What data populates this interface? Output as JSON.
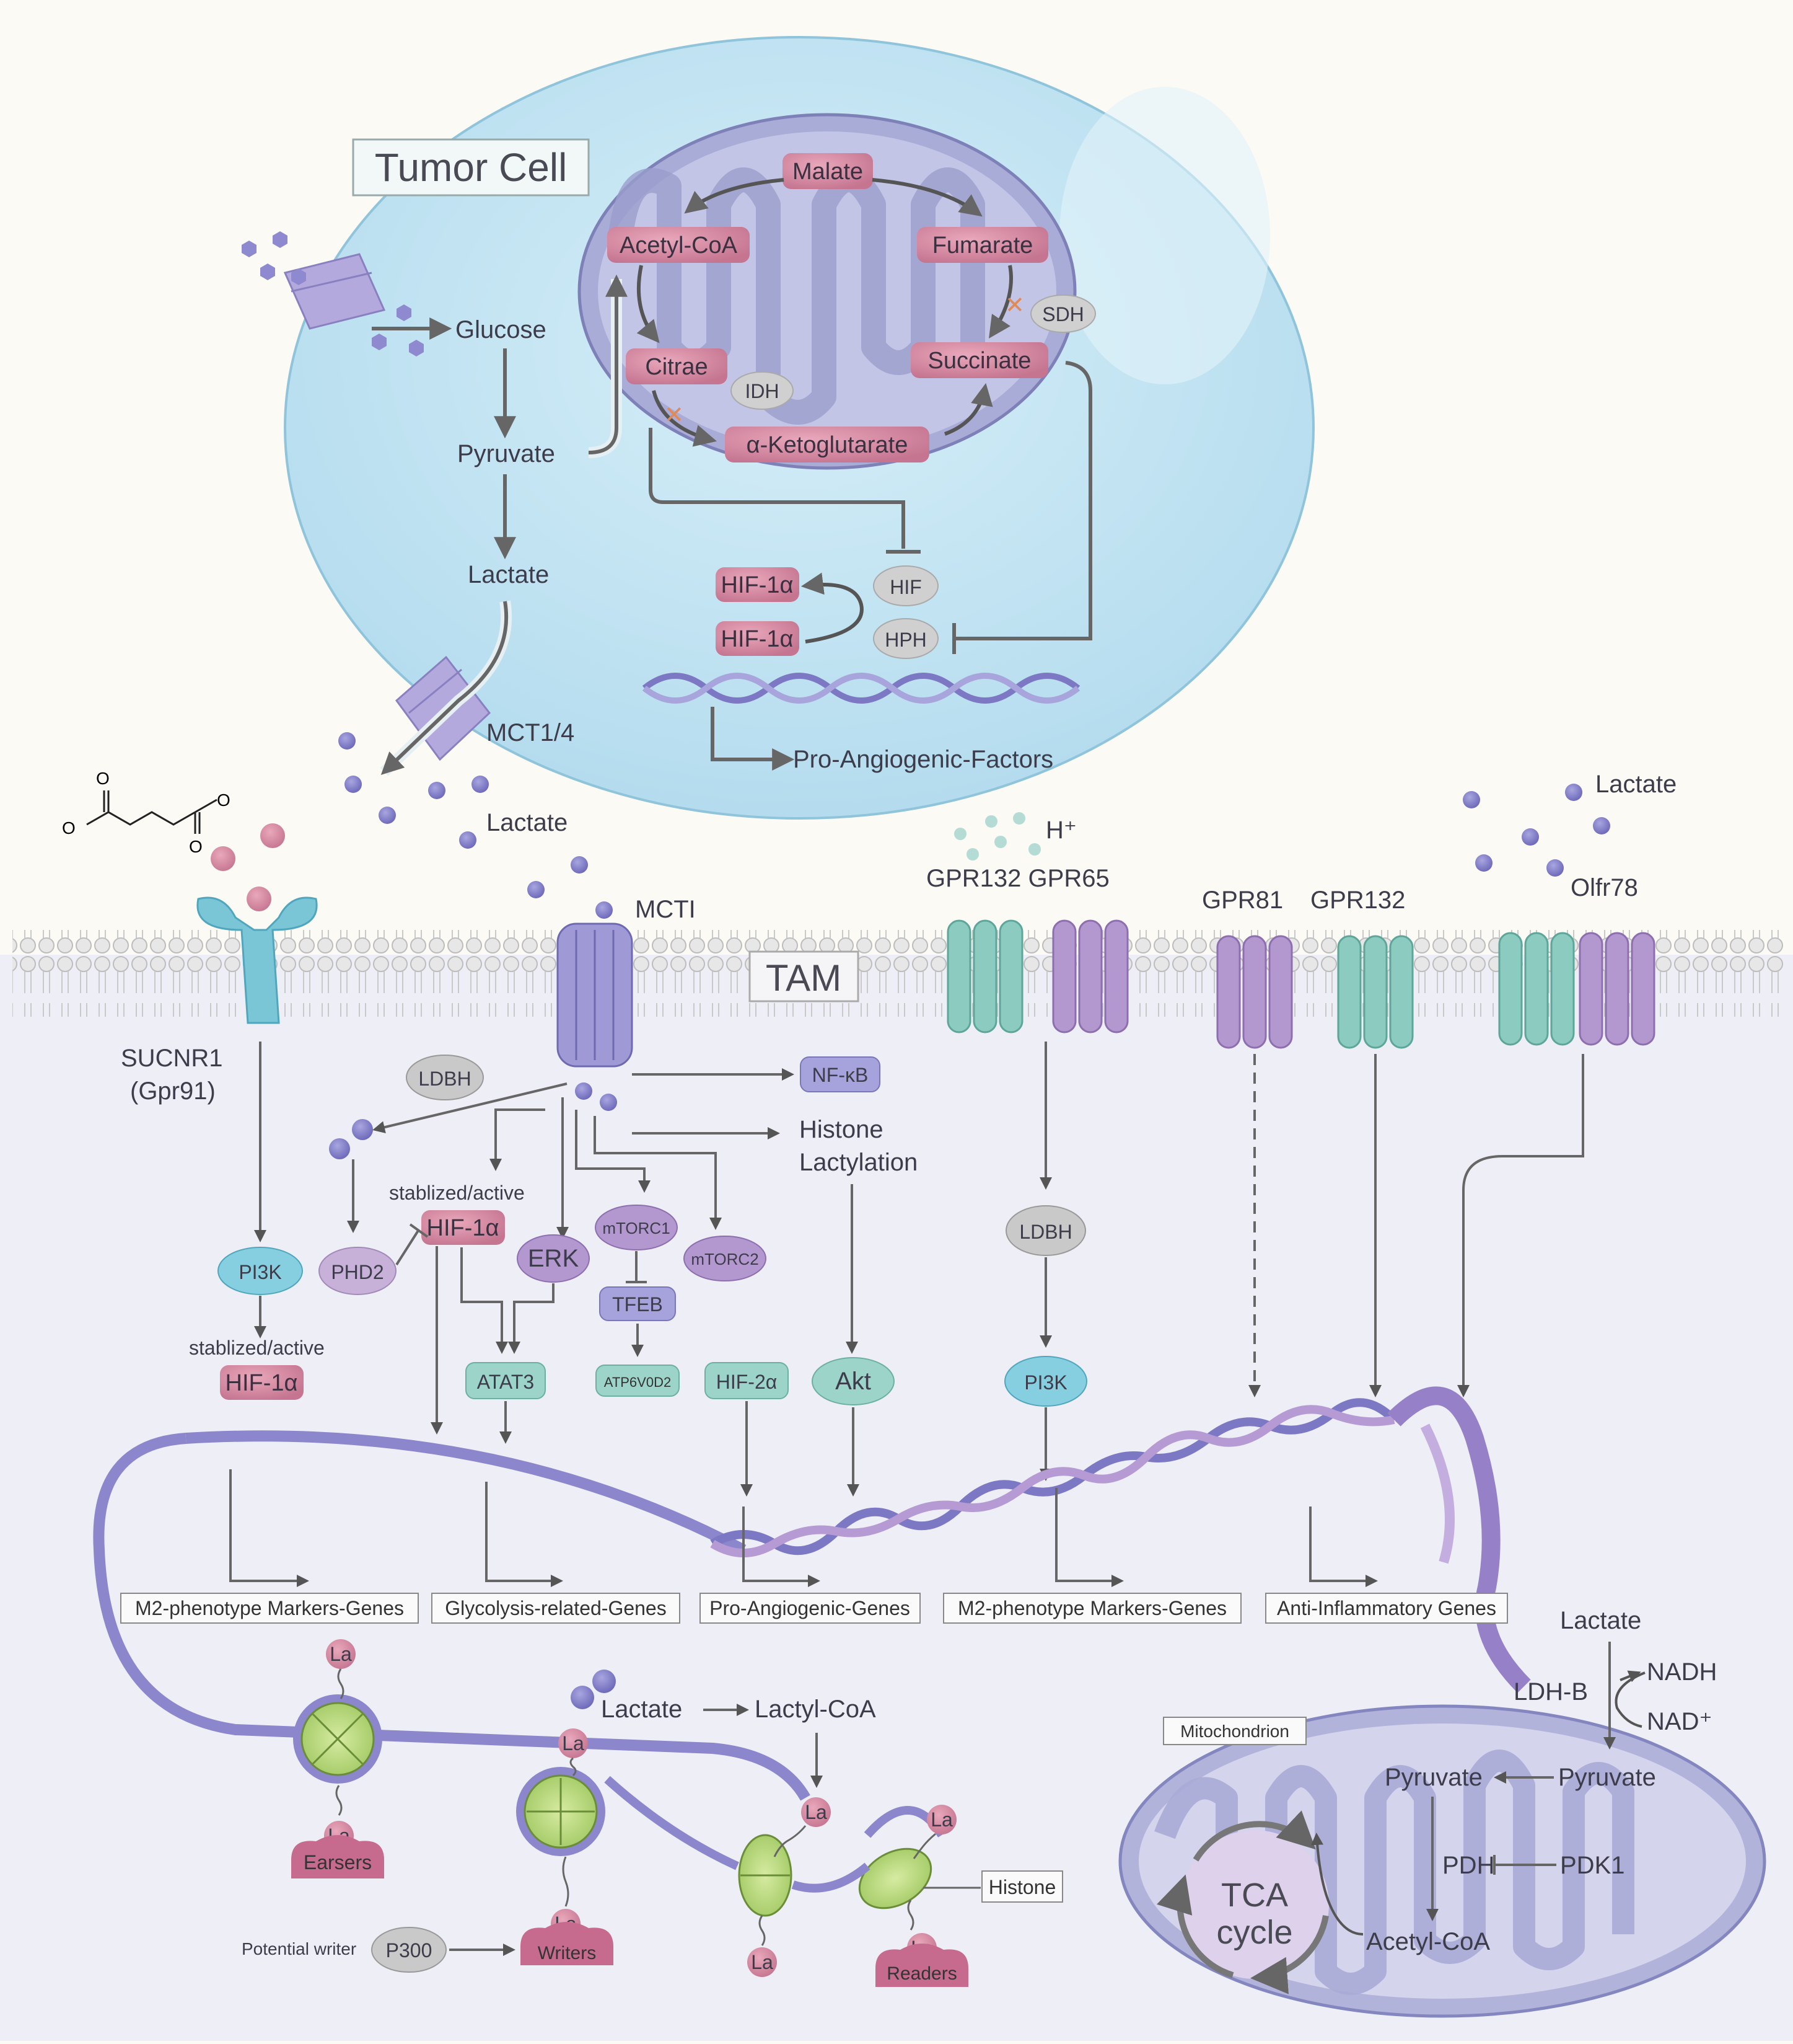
{
  "tumor_cell": {
    "title": "Tumor Cell",
    "glucose": "Glucose",
    "pyruvate": "Pyruvate",
    "lactate_inner": "Lactate",
    "mct14": "MCT1/4",
    "lactate_outer": "Lactate",
    "mito": {
      "malate": "Malate",
      "acetyl_coa": "Acetyl-CoA",
      "fumarate": "Fumarate",
      "sdh": "SDH",
      "citrae": "Citrae",
      "idh": "IDH",
      "succinate": "Succinate",
      "akg": "α-Ketoglutarate"
    },
    "hif": "HIF",
    "hif1a_top": "HIF-1α",
    "hif1a_bottom": "HIF-1α",
    "hph": "HPH",
    "pro_angiogenic_factors": "Pro-Angiogenic-Factors"
  },
  "extracellular": {
    "h_plus": "H⁺",
    "gpr132_gpr65": "GPR132 GPR65",
    "gpr81": "GPR81",
    "gpr132": "GPR132",
    "lactate_right": "Lactate",
    "olfr78": "Olfr78",
    "mcti": "MCTI",
    "sucnr1": "SUCNR1",
    "gpr91": "(Gpr91)"
  },
  "tam": {
    "title": "TAM",
    "ldbh_left": "LDBH",
    "nfkb": "NF-κB",
    "histone": "Histone",
    "lactylation": "Lactylation",
    "stabilized_active_1": "stablized/active",
    "hif1a_mid": "HIF-1α",
    "erk": "ERK",
    "mtorc1": "mTORC1",
    "mtorc2": "mTORC2",
    "tfeb": "TFEB",
    "atp6v0d2": "ATP6V0D2",
    "hif2a": "HIF-2α",
    "akt": "Akt",
    "atat3": "ATAT3",
    "pi3k_left": "PI3K",
    "phd2": "PHD2",
    "stabilized_active_2": "stablized/active",
    "hif1a_left": "HIF-1α",
    "ldbh_mid": "LDBH",
    "pi3k_mid": "PI3K"
  },
  "genes": [
    "M2-phenotype Markers-Genes",
    "Glycolysis-related-Genes",
    "Pro-Angiogenic-Genes",
    "M2-phenotype Markers-Genes",
    "Anti-Inflammatory Genes"
  ],
  "histone_section": {
    "la": "La",
    "earsers": "Earsers",
    "writers": "Writers",
    "readers": "Readers",
    "lactate": "Lactate",
    "lactyl_coa": "Lactyl-CoA",
    "potential_writer": "Potential writer",
    "p300": "P300",
    "histone_box": "Histone"
  },
  "mitochondrion": {
    "label": "Mitochondrion",
    "lactate": "Lactate",
    "ldhb": "LDH-B",
    "nadh": "NADH",
    "nad": "NAD⁺",
    "pyruvate_left": "Pyruvate",
    "pyruvate_right": "Pyruvate",
    "pdh": "PDH",
    "pdk1": "PDK1",
    "tca1": "TCA",
    "tca2": "cycle",
    "acetyl_coa": "Acetyl-CoA"
  },
  "colors": {
    "cell_blue": "#bfe3f2",
    "tam_bg": "#eeeef6",
    "mito_purple": "#a9acd6",
    "molecule_pink": "#d98aa3",
    "receptor_teal": "#8ccbc0",
    "receptor_purple": "#b397cf",
    "dna_purple": "#8c86cc"
  }
}
